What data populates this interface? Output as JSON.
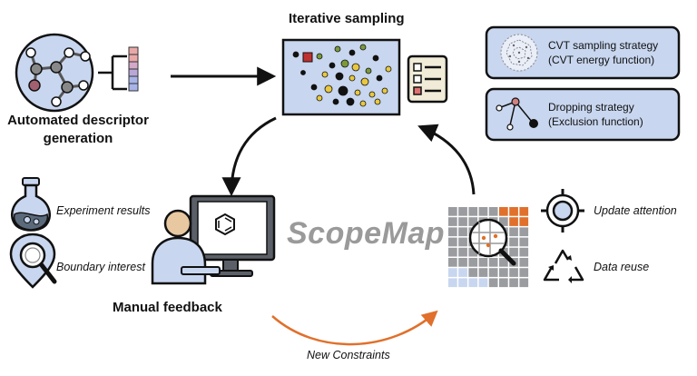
{
  "title": "Iterative sampling",
  "center_label": "ScopeMap",
  "nodes": {
    "descriptor": "Automated descriptor generation",
    "descriptor_line1": "Automated descriptor",
    "descriptor_line2": "generation",
    "manual_feedback": "Manual feedback",
    "new_constraints": "New Constraints"
  },
  "strategies": [
    {
      "name": "CVT sampling strategy",
      "detail": "(CVT energy function)"
    },
    {
      "name": "Dropping strategy",
      "detail": "(Exclusion function)"
    }
  ],
  "feedback_inputs": [
    {
      "label": "Experiment results",
      "icon": "flask-icon"
    },
    {
      "label": "Boundary interest",
      "icon": "magnifier-pin-icon"
    }
  ],
  "outputs": [
    {
      "label": "Update attention",
      "icon": "target-icon"
    },
    {
      "label": "Data reuse",
      "icon": "recycle-icon"
    }
  ],
  "colors": {
    "panel_fill": "#c8d6ef",
    "panel_stroke": "#1a1a1a",
    "accent_orange": "#e0702b",
    "arrow": "#111111",
    "brand_gray": "#9a9a9a"
  }
}
